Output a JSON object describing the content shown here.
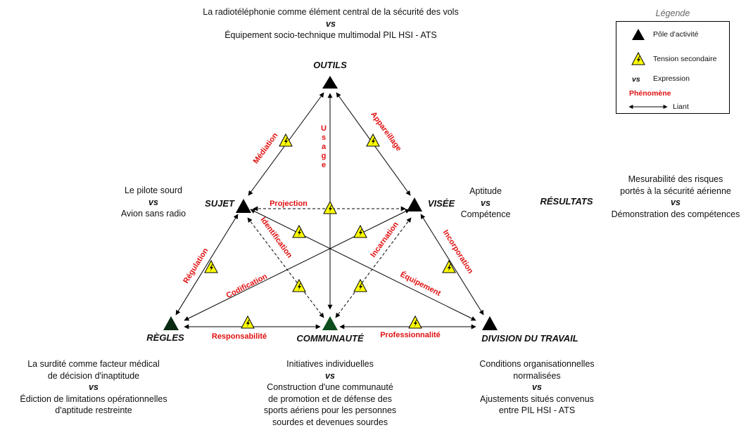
{
  "center_top": {
    "line1": "La radiotéléphonie comme élément central de la sécurité des vols",
    "vs": "vs",
    "line2": "Équipement socio-technique multimodal PIL HSI - ATS"
  },
  "poles": {
    "outils": "OUTILS",
    "sujet": "SUJET",
    "visee": "VISÉE",
    "regles": "RÈGLES",
    "communaute": "COMMUNAUTÉ",
    "division": "DIVISION DU TRAVAIL",
    "resultats": "RÉSULTATS"
  },
  "sujet_text": {
    "line1": "Le pilote sourd",
    "vs": "vs",
    "line2": "Avion sans radio"
  },
  "visee_text": {
    "line1": "Aptitude",
    "vs": "vs",
    "line2": "Compétence"
  },
  "resultats_text": {
    "line1": "Mesurabilité des risques",
    "line2": "portés à la sécurité aérienne",
    "vs": "vs",
    "line3": "Démonstration des compétences"
  },
  "regles_text": {
    "line1": "La surdité comme facteur médical",
    "line2": "de décision d'inaptitude",
    "vs": "vs",
    "line3": "Édiction de limitations opérationnelles",
    "line4": "d'aptitude restreinte"
  },
  "communaute_text": {
    "line1": "Initiatives individuelles",
    "vs": "vs",
    "line2": "Construction d'une communauté",
    "line3": "de promotion et de défense des",
    "line4": "sports aériens pour les personnes",
    "line5": "sourdes et devenues sourdes"
  },
  "division_text": {
    "line1": "Conditions organisationnelles",
    "line2": "normalisées",
    "vs": "vs",
    "line3": "Ajustements situés convenus",
    "line4": "entre PIL HSI - ATS"
  },
  "phenomenes": {
    "mediation": "Médiation",
    "appareillage": "Appareillage",
    "usage": [
      "U",
      "s",
      "a",
      "g",
      "e"
    ],
    "projection": "Projection",
    "identification": "Identification",
    "incarnation": "Incarnation",
    "regulation": "Régulation",
    "incorporation": "Incorporation",
    "codification": "Codification",
    "equipement": "Équipement",
    "responsabilite": "Responsabilité",
    "professionnalite": "Professionnalité"
  },
  "legend": {
    "title": "Légende",
    "pole": "Pôle d'activité",
    "tension": "Tension secondaire",
    "vs": "vs",
    "expression": "Expression",
    "phenomene": "Phénomène",
    "liant": "Liant"
  },
  "colors": {
    "pole": "#000000",
    "communaute_pole": "#0b4d1c",
    "regles_pole": "#0a2a12",
    "phenomene": "#e01010",
    "tension_fill": "#ffff00"
  }
}
